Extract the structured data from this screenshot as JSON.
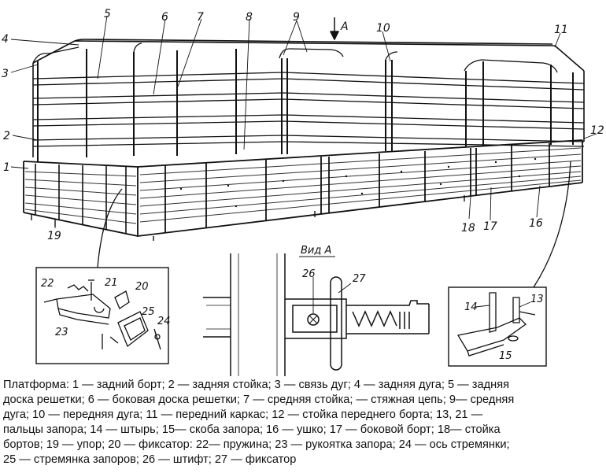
{
  "figure": {
    "callouts": {
      "c1": "1",
      "c2": "2",
      "c3": "3",
      "c4": "4",
      "c5": "5",
      "c6": "6",
      "c7": "7",
      "c8": "8",
      "c9": "9",
      "c10": "10",
      "c11": "11",
      "c12": "12",
      "c16": "16",
      "c17": "17",
      "c18": "18",
      "c19": "19",
      "c20": "20",
      "c21": "21",
      "c22": "22",
      "c23": "23",
      "c24": "24",
      "c25": "25",
      "c26": "26",
      "c27": "27",
      "c14": "14",
      "c13": "13",
      "c15": "15"
    },
    "arrow_label": "A",
    "view_label": "Вид А"
  },
  "caption": {
    "lines": [
      "Платформа: 1 — задний борт; 2 — задняя стойка; 3 — связь дуг; 4 — задняя дуга; 5 — задняя",
      "доска решетки; 6 — боковая доска решетки; 7 — средняя стойка; — стяжная цепь; 9— средняя",
      "дуга; 10 — передняя дуга; 11 — передний каркас; 12 — стойка переднего борта; 13, 21 —",
      "пальцы запора; 14 — штырь; 15— скоба запора; 16 — ушко; 17 — боковой борт; 18— стойка",
      "бортов; 19 — упор; 20 — фиксатор: 22— пружина; 23 — рукоятка запора; 24 — ось стремянки;",
      "25 — стремянка запоров; 26 — штифт; 27 — фиксатор"
    ]
  }
}
